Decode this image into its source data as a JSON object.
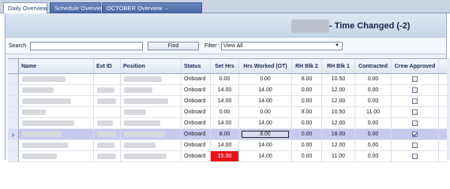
{
  "tabs": [
    {
      "label": "Daily Overview",
      "active": true
    },
    {
      "label": "Schedule Overview",
      "active": false
    },
    {
      "label": "OCTOBER Overview",
      "active": false
    }
  ],
  "header": {
    "title": "- Time Changed (-2)"
  },
  "search": {
    "label": "Search",
    "value": "",
    "placeholder": ""
  },
  "find_button": "Find",
  "filter": {
    "label": "Filter :",
    "value": "View All"
  },
  "columns": [
    "Name",
    "Ext ID",
    "Position",
    "Status",
    "Set Hrs",
    "Hrs Worked (OT)",
    "RH Blk 2",
    "RH Blk 1",
    "Contracted",
    "Crew Approved"
  ],
  "rows": [
    {
      "status": "Onboard",
      "set_hrs": "0.00",
      "hrs_worked": "0.00",
      "rh_blk2": "8.00",
      "rh_blk1": "10.50",
      "contracted": "0.00",
      "approved": false
    },
    {
      "status": "Onboard",
      "set_hrs": "14.00",
      "hrs_worked": "14.00",
      "rh_blk2": "0.00",
      "rh_blk1": "12.00",
      "contracted": "0.00",
      "approved": false
    },
    {
      "status": "Onboard",
      "set_hrs": "14.00",
      "hrs_worked": "14.00",
      "rh_blk2": "0.00",
      "rh_blk1": "12.00",
      "contracted": "0.00",
      "approved": false
    },
    {
      "status": "Onboard",
      "set_hrs": "0.00",
      "hrs_worked": "0.00",
      "rh_blk2": "8.00",
      "rh_blk1": "10.50",
      "contracted": "11.00",
      "approved": false
    },
    {
      "status": "Onboard",
      "set_hrs": "14.00",
      "hrs_worked": "14.00",
      "rh_blk2": "0.00",
      "rh_blk1": "12.00",
      "contracted": "0.00",
      "approved": false
    },
    {
      "status": "Onboard",
      "set_hrs": "8.00",
      "hrs_worked": "8.00",
      "rh_blk2": "0.00",
      "rh_blk1": "18.00",
      "contracted": "0.00",
      "approved": true,
      "selected": true
    },
    {
      "status": "Onboard",
      "set_hrs": "14.00",
      "hrs_worked": "14.00",
      "rh_blk2": "0.00",
      "rh_blk1": "12.00",
      "contracted": "0.00",
      "approved": false
    },
    {
      "status": "Onboard",
      "set_hrs": "15.00",
      "hrs_worked": "14.00",
      "rh_blk2": "0.00",
      "rh_blk1": "11.00",
      "contracted": "0.00",
      "approved": false,
      "set_hrs_alert": true
    }
  ],
  "colors": {
    "selected_row": "#c8c9ef",
    "alert": "#e8141a",
    "tab_active_text": "#1f3f7a"
  },
  "icons": {
    "row_indicator": "chevron-right-icon",
    "tab_close": "close-icon",
    "dropdown": "chevron-down-icon"
  }
}
